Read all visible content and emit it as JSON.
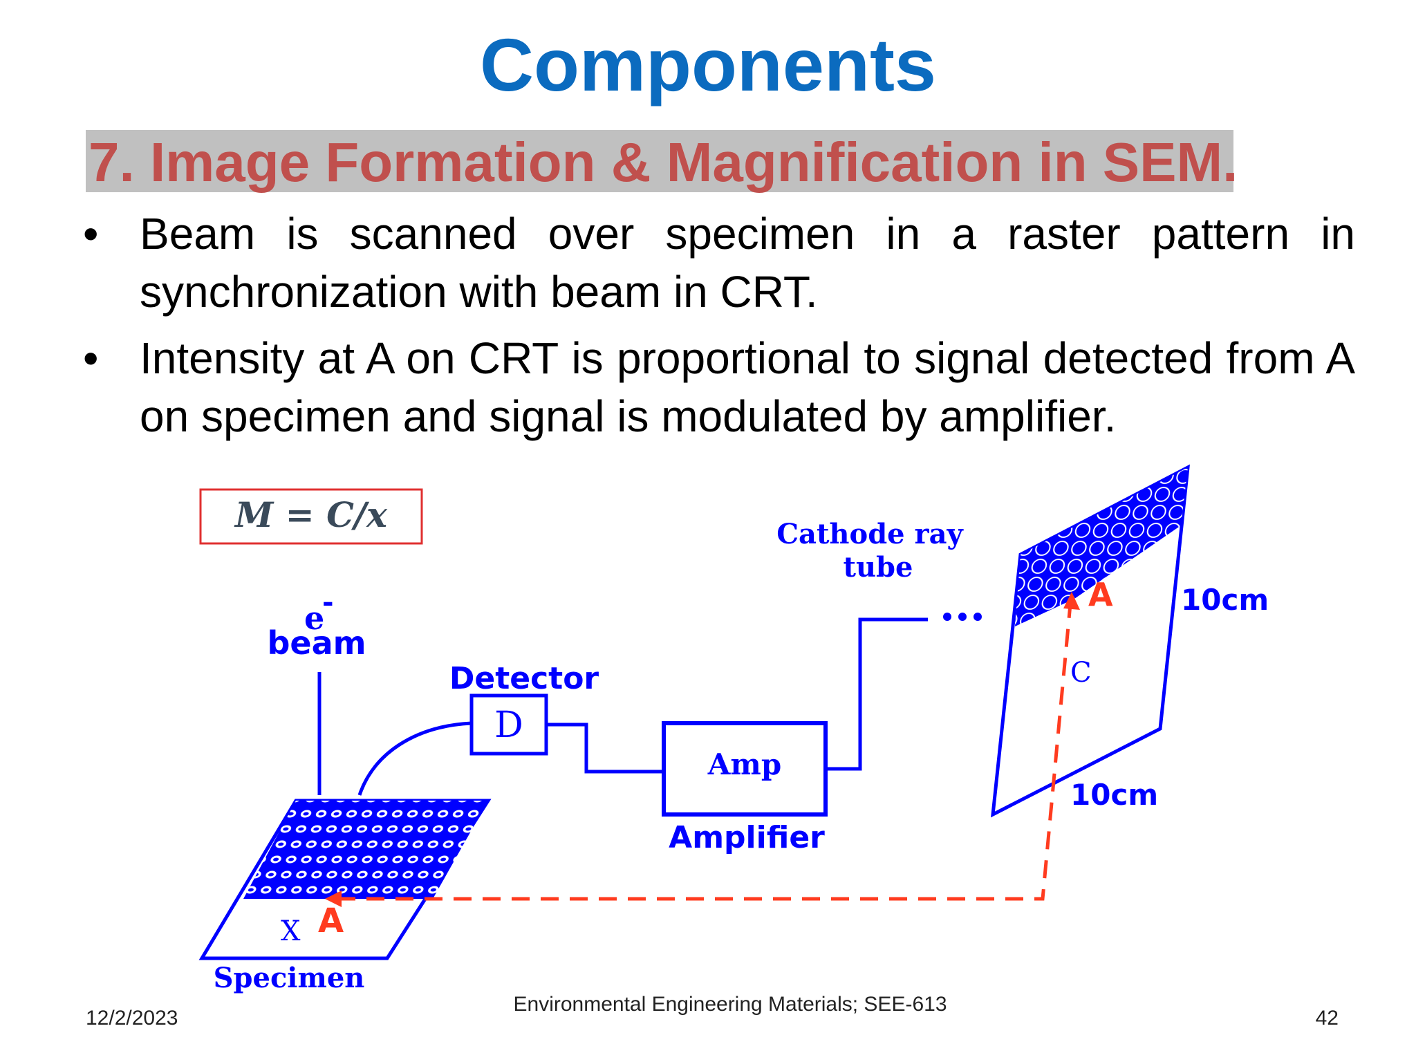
{
  "slide": {
    "title": "Components",
    "subtitle": "7. Image Formation & Magnification in SEM",
    "subtitle_period": ".",
    "bullet_char": "•",
    "bullets": [
      "Beam is scanned over specimen in a raster pattern in synchronization with beam in CRT.",
      "Intensity at A on CRT is proportional to signal detected from A on specimen and signal is modulated by amplifier."
    ],
    "footer": {
      "date": "12/2/2023",
      "course": "Environmental Engineering Materials; SEE-613",
      "page": "42"
    },
    "colors": {
      "title": "#0b6bbf",
      "subtitle": "#c0504d",
      "diagram_blue": "#0000ff",
      "diagram_red": "#ff3b1f"
    }
  },
  "diagram": {
    "formula": "M = C/x",
    "labels": {
      "e_beam_top": "e",
      "e_beam_sup": "-",
      "e_beam_bottom": "beam",
      "detector": "Detector",
      "detector_box": "D",
      "amp_box": "Amp",
      "amplifier": "Amplifier",
      "crt_line1": "Cathode ray",
      "crt_line2": "tube",
      "crt_point": "A",
      "crt_height": "10cm",
      "crt_width": "10cm",
      "crt_c": "C",
      "specimen": "Specimen",
      "specimen_x": "X",
      "specimen_point": "A"
    }
  }
}
